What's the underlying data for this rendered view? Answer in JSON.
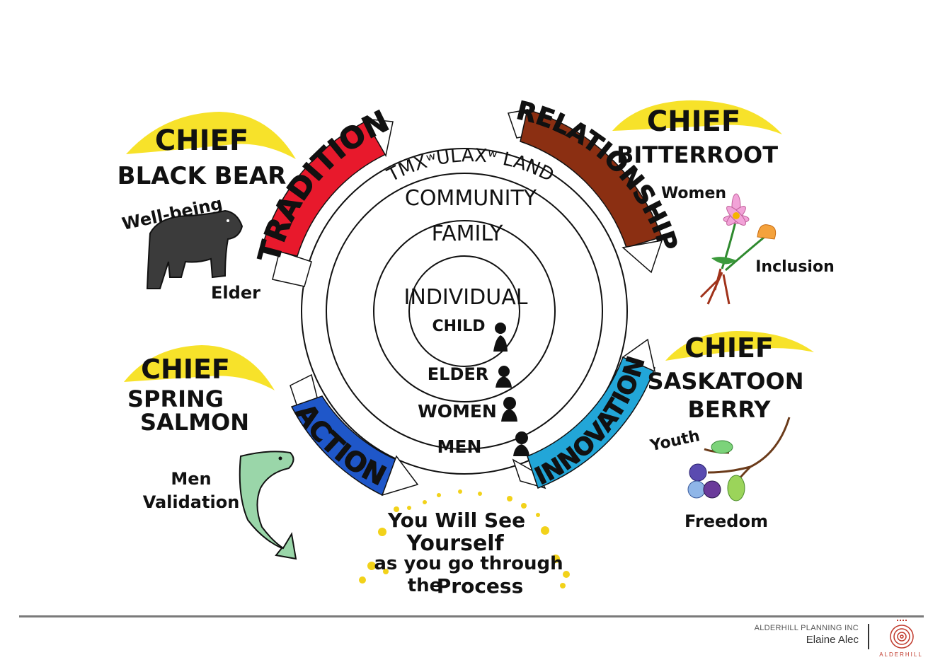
{
  "rings": {
    "outer": "TMXʷULAXʷ LAND",
    "second": "COMMUNITY",
    "third": "FAMILY",
    "inner": "INDIVIDUAL"
  },
  "members": [
    {
      "label": "CHILD",
      "color": "#8e3bd6"
    },
    {
      "label": "ELDER",
      "color": "#8e3bd6"
    },
    {
      "label": "WOMEN",
      "color": "#8e3bd6"
    },
    {
      "label": "MEN",
      "color": "#8e3bd6"
    }
  ],
  "arrows": {
    "tradition": {
      "label": "TRADITION",
      "color": "#e8192c"
    },
    "relationship": {
      "label": "RELATIONSHIP",
      "color": "#8b2f12"
    },
    "action": {
      "label": "ACTION",
      "color": "#1f57c9"
    },
    "innovation": {
      "label": "INNOVATION",
      "color": "#22a6d8"
    }
  },
  "chiefs": {
    "black_bear": {
      "chief": "CHIEF",
      "name1": "BLACK BEAR",
      "notes": [
        "Well-being",
        "Elder"
      ],
      "icon": "bear-icon"
    },
    "bitterroot": {
      "chief": "CHIEF",
      "name1": "BITTERROOT",
      "notes": [
        "Women",
        "Inclusion"
      ],
      "icon": "bitterroot-flower-icon"
    },
    "spring_salmon": {
      "chief": "CHIEF",
      "name1": "SPRING",
      "name2": "SALMON",
      "notes": [
        "Men",
        "Validation"
      ],
      "icon": "salmon-icon"
    },
    "saskatoon_berry": {
      "chief": "CHIEF",
      "name1": "SASKATOON",
      "name2": "BERRY",
      "notes": [
        "Youth",
        "Freedom"
      ],
      "icon": "berry-icon"
    }
  },
  "banner_color": "#f7e22a",
  "message": {
    "line1": "You Will See",
    "line2": "Yourself",
    "line3": "as you go through",
    "line4a": "the",
    "line4b": "Process",
    "accent_color": "#1f4fc2"
  },
  "footer": {
    "company": "ALDERHILL PLANNING INC",
    "name": "Elaine Alec",
    "logo_word": "ALDERHILL"
  }
}
